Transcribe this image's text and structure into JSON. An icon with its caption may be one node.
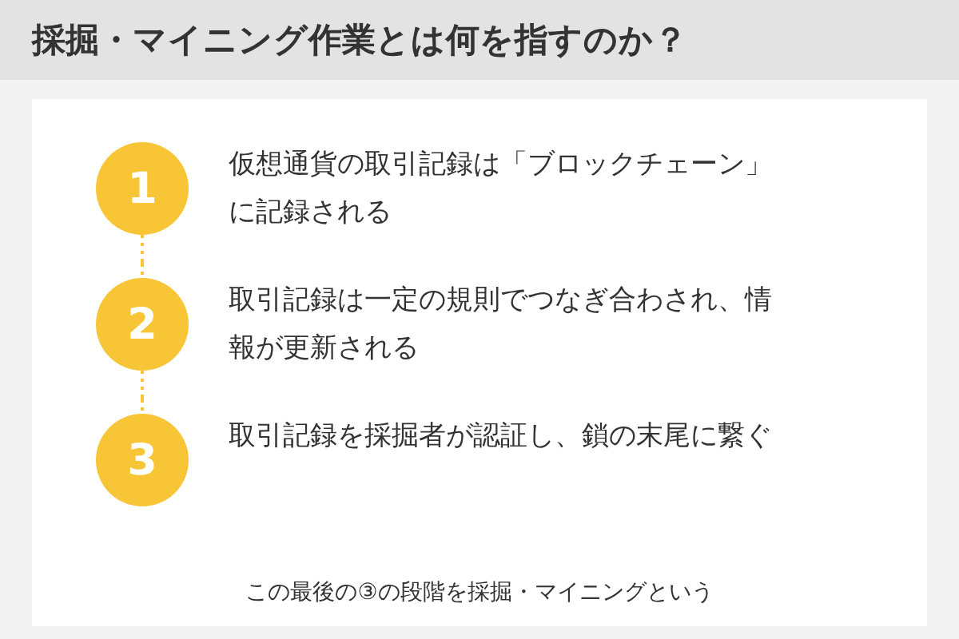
{
  "diagram": {
    "title": "採掘・マイニング作業とは何を指すのか？",
    "nodes": [
      {
        "text": [
          "1"
        ],
        "beside": [
          "仮想通貨の取引記録は「ブロックチェーン」に記録される"
        ]
      },
      {
        "text": [
          "2"
        ],
        "beside": [
          "取引記録は一定の規則でつなぎ合わされ、情報が更新される"
        ]
      },
      {
        "text": [
          "3"
        ],
        "beside": [
          "取引記録を採掘者が認証し、鎖の末尾に繋ぐ"
        ]
      }
    ],
    "edges": [
      {
        "from": 0,
        "to": 1,
        "arrow": "none",
        "style": "dashed"
      },
      {
        "from": 1,
        "to": 2,
        "arrow": "none",
        "style": "dashed"
      }
    ],
    "caption": "この最後の③の段階を採掘・マイニングという"
  }
}
